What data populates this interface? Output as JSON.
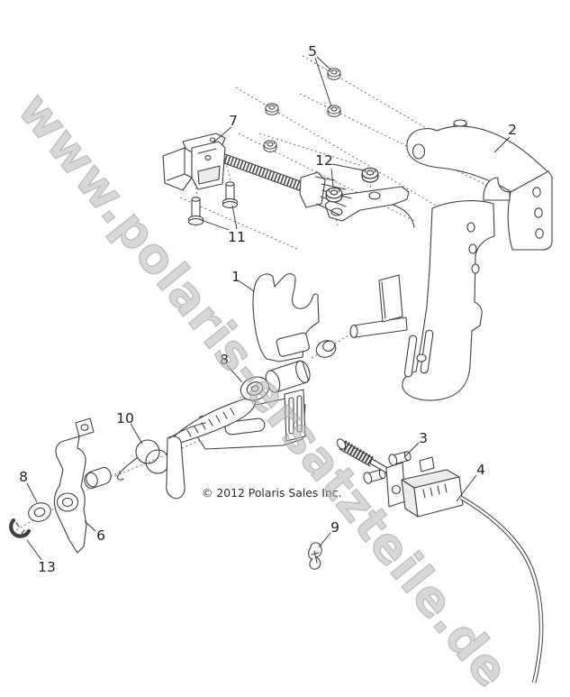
{
  "diagram": {
    "watermark": "www.polaris-ersatzteile.de",
    "copyright": "© 2012 Polaris Sales Inc.",
    "colors": {
      "background": "#ffffff",
      "line": "#3f3f3f",
      "dotted_line": "#5a5a5a",
      "label": "#242424",
      "watermark_fill": "#d6d6d6",
      "watermark_outline": "#bababa"
    }
  },
  "callouts": [
    {
      "label": "5"
    },
    {
      "label": "7"
    },
    {
      "label": "2"
    },
    {
      "label": "12"
    },
    {
      "label": "11"
    },
    {
      "label": "1"
    },
    {
      "label": "8"
    },
    {
      "label": "10"
    },
    {
      "label": "3"
    },
    {
      "label": "4"
    },
    {
      "label": "8"
    },
    {
      "label": "6"
    },
    {
      "label": "9"
    },
    {
      "label": "13"
    }
  ]
}
